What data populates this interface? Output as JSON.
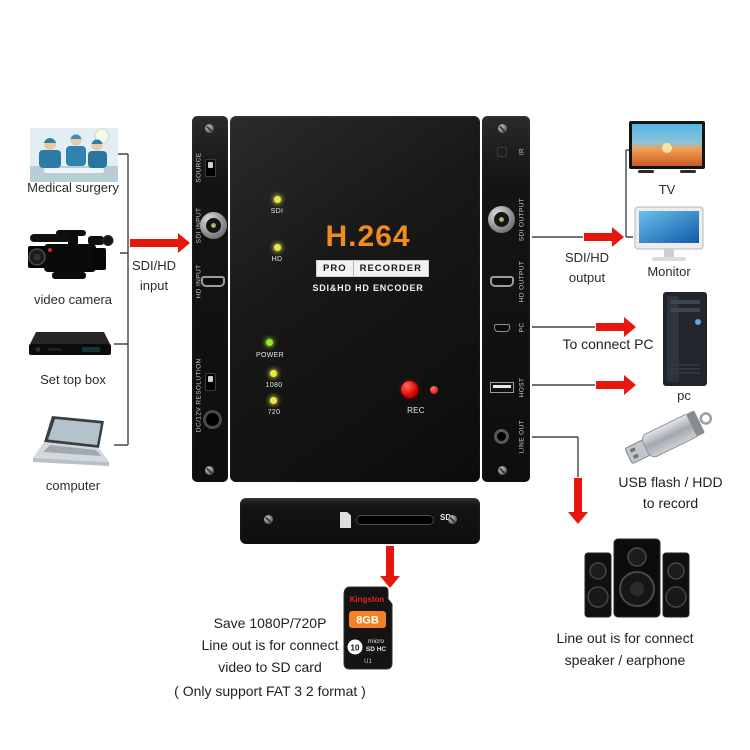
{
  "title": "H.264 Pro Recorder connection diagram",
  "colors": {
    "arrow_red": "#e8170d",
    "brand_orange": "#f08b1e"
  },
  "device": {
    "model": "H.264",
    "pro": "PRO",
    "recorder": "RECORDER",
    "subtitle": "SDI&HD HD ENCODER",
    "rec_label": "REC",
    "leds": [
      {
        "label": "SDI"
      },
      {
        "label": "HD"
      },
      {
        "label": "POWER"
      },
      {
        "label": "1080"
      },
      {
        "label": "720"
      }
    ],
    "left_ports": {
      "source": "SOURCE",
      "sdi_in": "SDI INPUT",
      "hd_in": "HD INPUT",
      "resolution": "RESOLUTION",
      "dc": "DC/12V"
    },
    "right_ports": {
      "ir": "IR",
      "sdi_out": "SDI OUTPUT",
      "hd_out": "HD OUTPUT",
      "pc": "PC",
      "host": "HOST",
      "line_out": "LINE OUT"
    },
    "sd_slot_label": "SD"
  },
  "inputs": {
    "caption_line1": "SDI/HD",
    "caption_line2": "input",
    "items": [
      {
        "label": "Medical surgery"
      },
      {
        "label": "video camera"
      },
      {
        "label": "Set top box"
      },
      {
        "label": "computer"
      }
    ]
  },
  "outputs": {
    "caption_line1": "SDI/HD",
    "caption_line2": "output",
    "tv_label": "TV",
    "monitor_label": "Monitor",
    "pc_text": "To connect PC",
    "pc_label": "pc",
    "usb_line1": "USB flash / HDD",
    "usb_line2": "to record",
    "speaker_line1": "Line out is for connect",
    "speaker_line2": "speaker / earphone"
  },
  "sd_note": {
    "line1": "Save 1080P/720P",
    "line2": "Line out is for connect",
    "line3": "video to SD card",
    "line4": "( Only support FAT 3 2 format )"
  },
  "sd_card": {
    "brand": "Kingston",
    "capacity": "8GB",
    "speed_class": "10",
    "type_line1": "micro",
    "type_line2": "SD HC",
    "u_rating": "U1"
  }
}
